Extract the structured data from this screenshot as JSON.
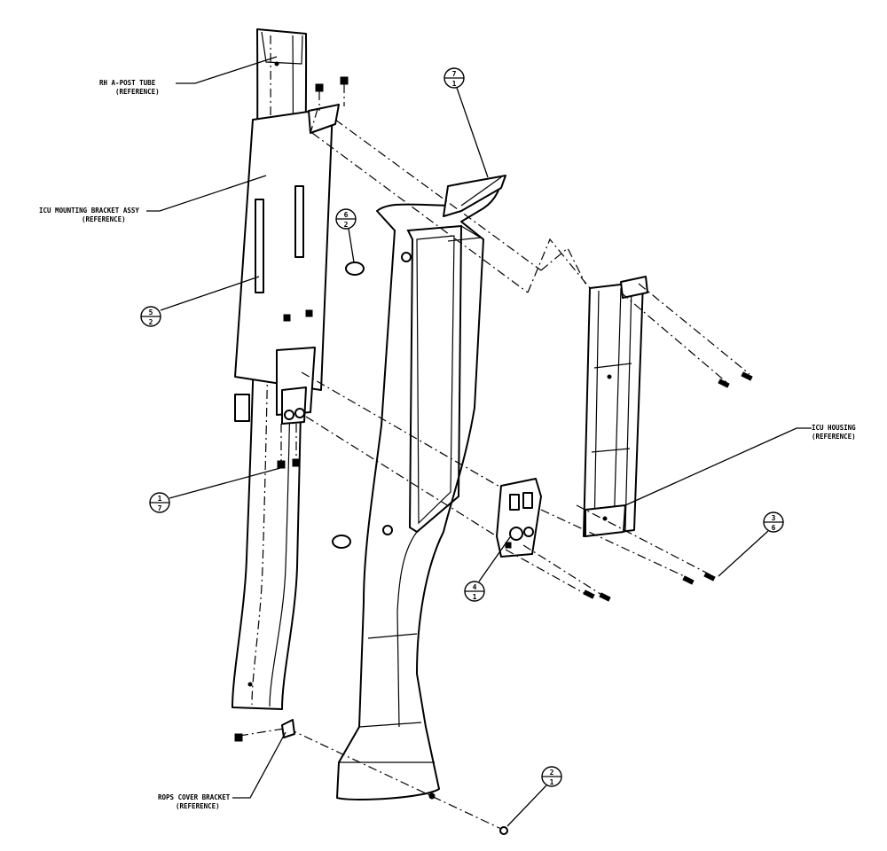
{
  "labels": {
    "rh_a_post_tube": {
      "name": "RH A-POST TUBE",
      "note": "(REFERENCE)"
    },
    "icu_mounting_bracket": {
      "name": "ICU MOUNTING BRACKET ASSY",
      "note": "(REFERENCE)"
    },
    "icu_housing": {
      "name": "ICU HOUSING",
      "note": "(REFERENCE)"
    },
    "rops_cover_bracket": {
      "name": "ROPS COVER BRACKET",
      "note": "(REFERENCE)"
    }
  },
  "callouts": [
    {
      "item": "7",
      "qty": "1"
    },
    {
      "item": "6",
      "qty": "2"
    },
    {
      "item": "5",
      "qty": "2"
    },
    {
      "item": "1",
      "qty": "7"
    },
    {
      "item": "4",
      "qty": "1"
    },
    {
      "item": "3",
      "qty": "6"
    },
    {
      "item": "2",
      "qty": "1"
    }
  ]
}
